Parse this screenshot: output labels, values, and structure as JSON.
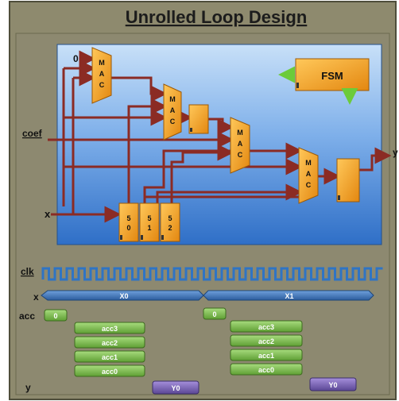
{
  "title": "Unrolled Loop Design",
  "inputs": {
    "zero": "0",
    "coef": "coef",
    "x": "x"
  },
  "output": "y",
  "fsm": {
    "label": "FSM"
  },
  "mac_label": [
    "M",
    "A",
    "C"
  ],
  "shift_regs": [
    {
      "top": "5",
      "bottom": "0"
    },
    {
      "top": "5",
      "bottom": "1"
    },
    {
      "top": "5",
      "bottom": "2"
    }
  ],
  "timing": {
    "clk_label": "clk",
    "x_label": "x",
    "acc_label": "acc",
    "y_label": "y",
    "x_values": [
      "X0",
      "X1"
    ],
    "acc_initial": "0",
    "acc_stack": [
      "acc3",
      "acc2",
      "acc1",
      "acc0"
    ],
    "y_values": [
      "Y0",
      "Y0"
    ]
  },
  "colors": {
    "panel_bg": "#8e8a6e",
    "panel_border": "#4e4d3a",
    "circuit_top": "#c2dcf7",
    "circuit_bottom": "#2e6fc6",
    "mac_fill": "#f7a325",
    "wire": "#8b2b24",
    "green_arrow": "#6ccb3a",
    "clk_wave": "#2f74c4",
    "x_bus": "#3b6fb0",
    "acc_box": "#7ab648",
    "y_box": "#7a64b3"
  }
}
